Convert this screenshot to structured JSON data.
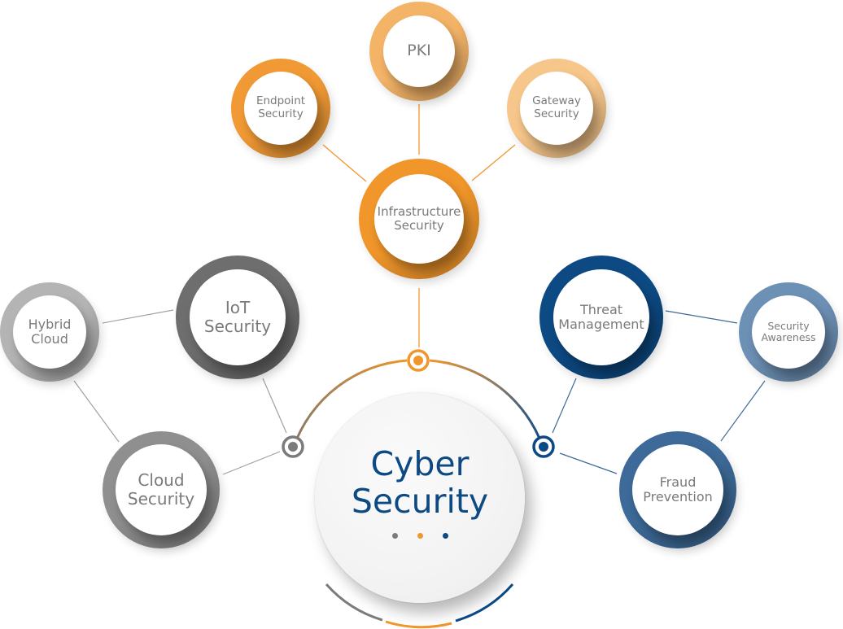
{
  "center": {
    "title": "Cyber\nSecurity",
    "color": "#0d4a84",
    "dot_colors": [
      "#7b7b7b",
      "#f0962a",
      "#0d4a84"
    ]
  },
  "groups": {
    "infrastructure": {
      "color": "#f0962a",
      "nodes": [
        {
          "id": "infrastructure-security",
          "label": "Infrastructure\nSecurity",
          "ring": "#f0962a"
        },
        {
          "id": "endpoint-security",
          "label": "Endpoint\nSecurity",
          "ring": "#f19a35"
        },
        {
          "id": "pki",
          "label": "PKI",
          "ring": "#f4b468"
        },
        {
          "id": "gateway-security",
          "label": "Gateway\nSecurity",
          "ring": "#f6c68a"
        }
      ]
    },
    "cloud": {
      "color": "#7b7b7b",
      "nodes": [
        {
          "id": "iot-security",
          "label": "IoT\nSecurity",
          "ring": "#6e6e6e"
        },
        {
          "id": "hybrid-cloud",
          "label": "Hybrid\nCloud",
          "ring": "#b4b4b4"
        },
        {
          "id": "cloud-security",
          "label": "Cloud\nSecurity",
          "ring": "#8f8f8f"
        }
      ]
    },
    "threat": {
      "color": "#0d4a84",
      "nodes": [
        {
          "id": "threat-management",
          "label": "Threat\nManagement",
          "ring": "#0d4a84"
        },
        {
          "id": "security-awareness",
          "label": "Security\nAwareness",
          "ring": "#6d90b5"
        },
        {
          "id": "fraud-prevention",
          "label": "Fraud\nPrevention",
          "ring": "#3d6a98"
        }
      ]
    }
  }
}
